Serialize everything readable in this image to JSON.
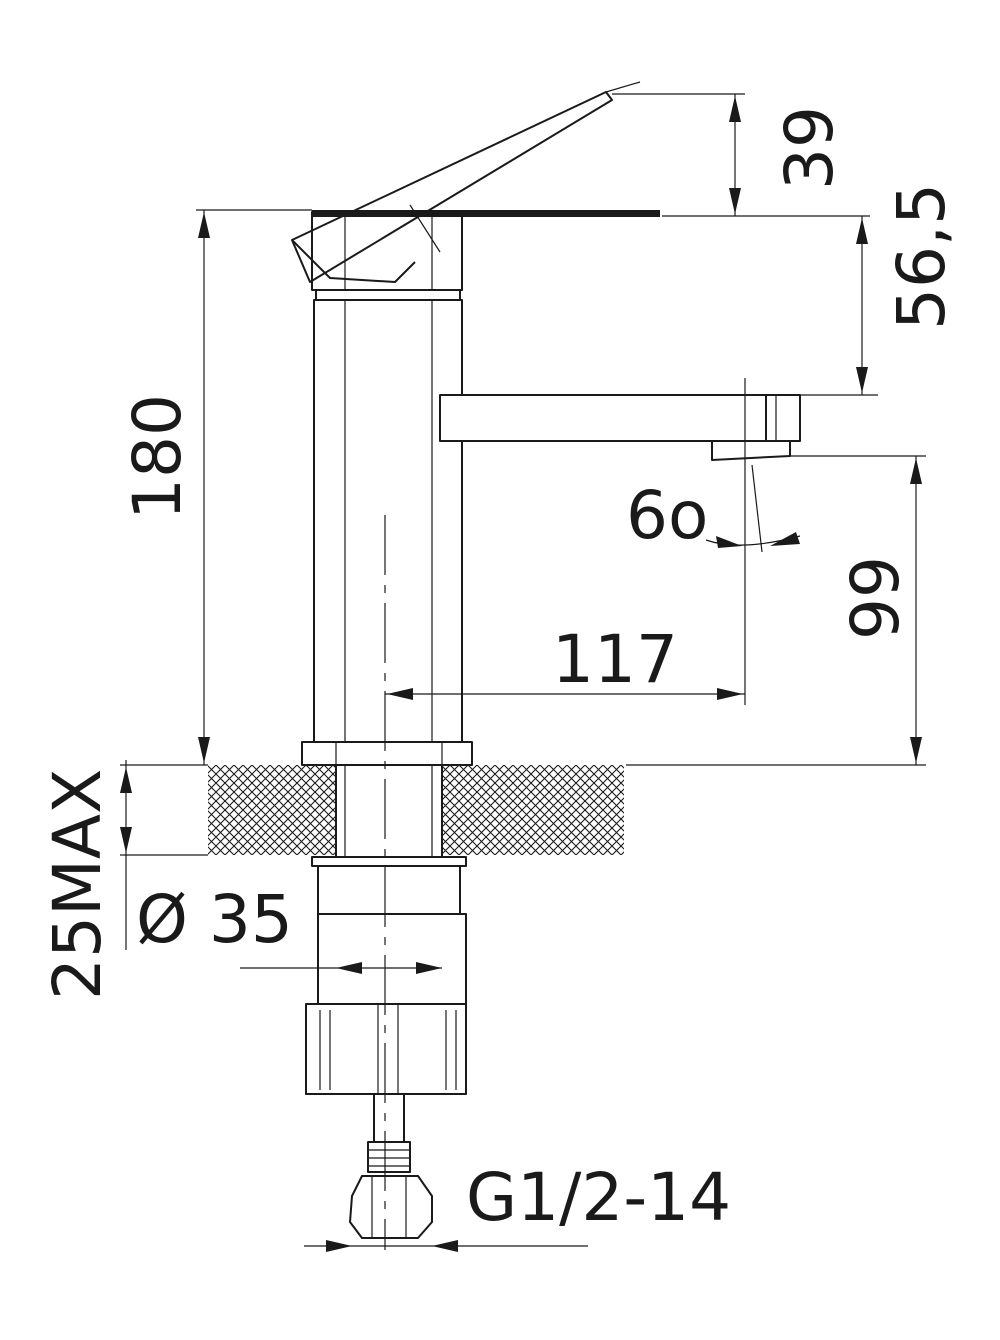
{
  "dimensions": {
    "handle_rise": "39",
    "spout_height_from_top": "56,5",
    "total_height": "180",
    "outlet_height": "99",
    "spout_angle": "6o",
    "spout_reach": "117",
    "max_counter_thickness": "25MAX",
    "mounting_hole": "Ø 35",
    "connection": "G1/2-14"
  },
  "colors": {
    "line": "#1a1a1a",
    "background": "#ffffff"
  }
}
